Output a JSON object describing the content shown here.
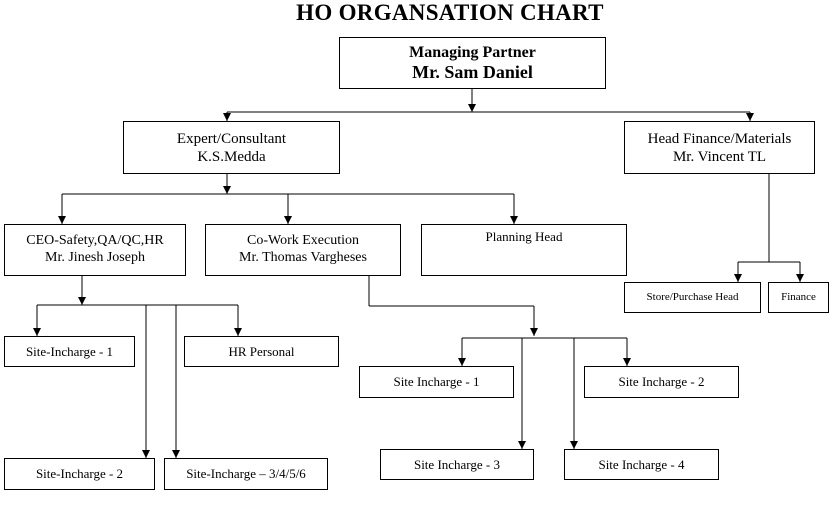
{
  "title": "HO ORGANSATION CHART",
  "nodes": {
    "managing": {
      "line1": "Managing Partner",
      "line2": "Mr. Sam Daniel"
    },
    "expert": {
      "line1": "Expert/Consultant",
      "line2": "K.S.Medda"
    },
    "finance_head": {
      "line1": "Head Finance/Materials",
      "line2": "Mr. Vincent TL"
    },
    "ceo": {
      "line1": "CEO-Safety,QA/QC,HR",
      "line2": "Mr. Jinesh Joseph"
    },
    "cowork": {
      "line1": "Co-Work Execution",
      "line2": "Mr. Thomas Vargheses"
    },
    "planning": {
      "line1": "Planning Head"
    },
    "store": {
      "line1": "Store/Purchase Head"
    },
    "finance": {
      "line1": "Finance"
    },
    "site1_left": {
      "line1": "Site-Incharge - 1"
    },
    "hr": {
      "line1": "HR Personal"
    },
    "site2_left": {
      "line1": "Site-Incharge - 2"
    },
    "site3456_left": {
      "line1": "Site-Incharge – 3/4/5/6"
    },
    "site1_right": {
      "line1": "Site Incharge - 1"
    },
    "site2_right": {
      "line1": "Site Incharge - 2"
    },
    "site3_right": {
      "line1": "Site Incharge - 3"
    },
    "site4_right": {
      "line1": "Site Incharge - 4"
    }
  }
}
